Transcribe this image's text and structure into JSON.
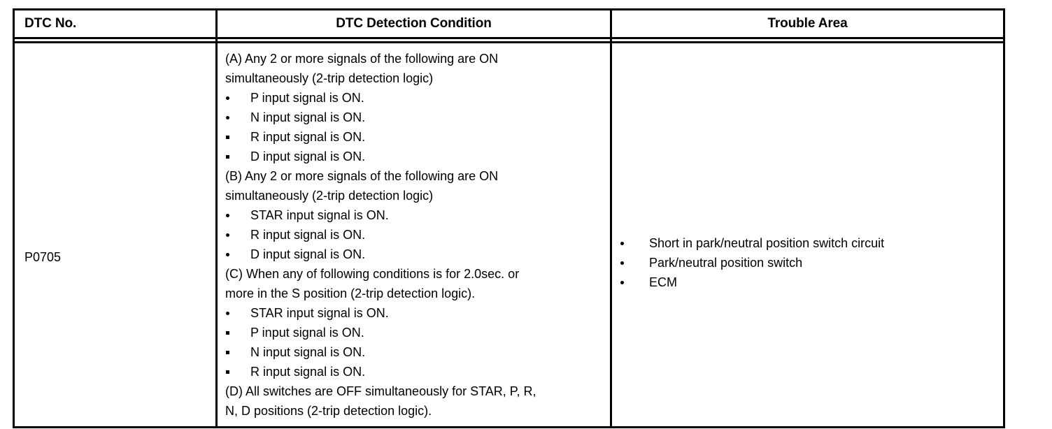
{
  "table": {
    "headers": {
      "dtc_no": "DTC No.",
      "detection_condition": "DTC Detection Condition",
      "trouble_area": "Trouble Area"
    },
    "row": {
      "dtc_no": "P0705",
      "detection_condition": {
        "sections": [
          {
            "id": "A",
            "intro_line1": "(A) Any 2 or more signals of the following are ON",
            "intro_line2": "simultaneously (2-trip detection logic)",
            "bullets": [
              {
                "marker": "round",
                "text": "P input signal is ON."
              },
              {
                "marker": "round",
                "text": "N input signal is ON."
              },
              {
                "marker": "square",
                "text": "R input signal is ON."
              },
              {
                "marker": "square",
                "text": "D input signal is ON."
              }
            ]
          },
          {
            "id": "B",
            "intro_line1": "(B) Any 2 or more signals of the following are ON",
            "intro_line2": "simultaneously (2-trip detection logic)",
            "bullets": [
              {
                "marker": "round",
                "text": "STAR input signal is ON."
              },
              {
                "marker": "round",
                "text": "R input signal is ON."
              },
              {
                "marker": "round",
                "text": "D input signal is ON."
              }
            ]
          },
          {
            "id": "C",
            "intro_line1": "(C) When any of following conditions is for 2.0sec. or",
            "intro_line2": "more in the S position (2-trip detection logic).",
            "bullets": [
              {
                "marker": "round",
                "text": "STAR input signal is ON."
              },
              {
                "marker": "square",
                "text": "P input signal is ON."
              },
              {
                "marker": "square",
                "text": "N input signal is ON."
              },
              {
                "marker": "square",
                "text": "R input signal is ON."
              }
            ]
          },
          {
            "id": "D",
            "intro_line1": "(D) All switches are OFF simultaneously for STAR, P, R,",
            "intro_line2": "N, D positions (2-trip detection logic).",
            "bullets": []
          }
        ]
      },
      "trouble_area": {
        "bullets": [
          {
            "marker": "round",
            "text": "Short in park/neutral position switch circuit"
          },
          {
            "marker": "round",
            "text": "Park/neutral position switch"
          },
          {
            "marker": "round",
            "text": "ECM"
          }
        ]
      }
    }
  }
}
